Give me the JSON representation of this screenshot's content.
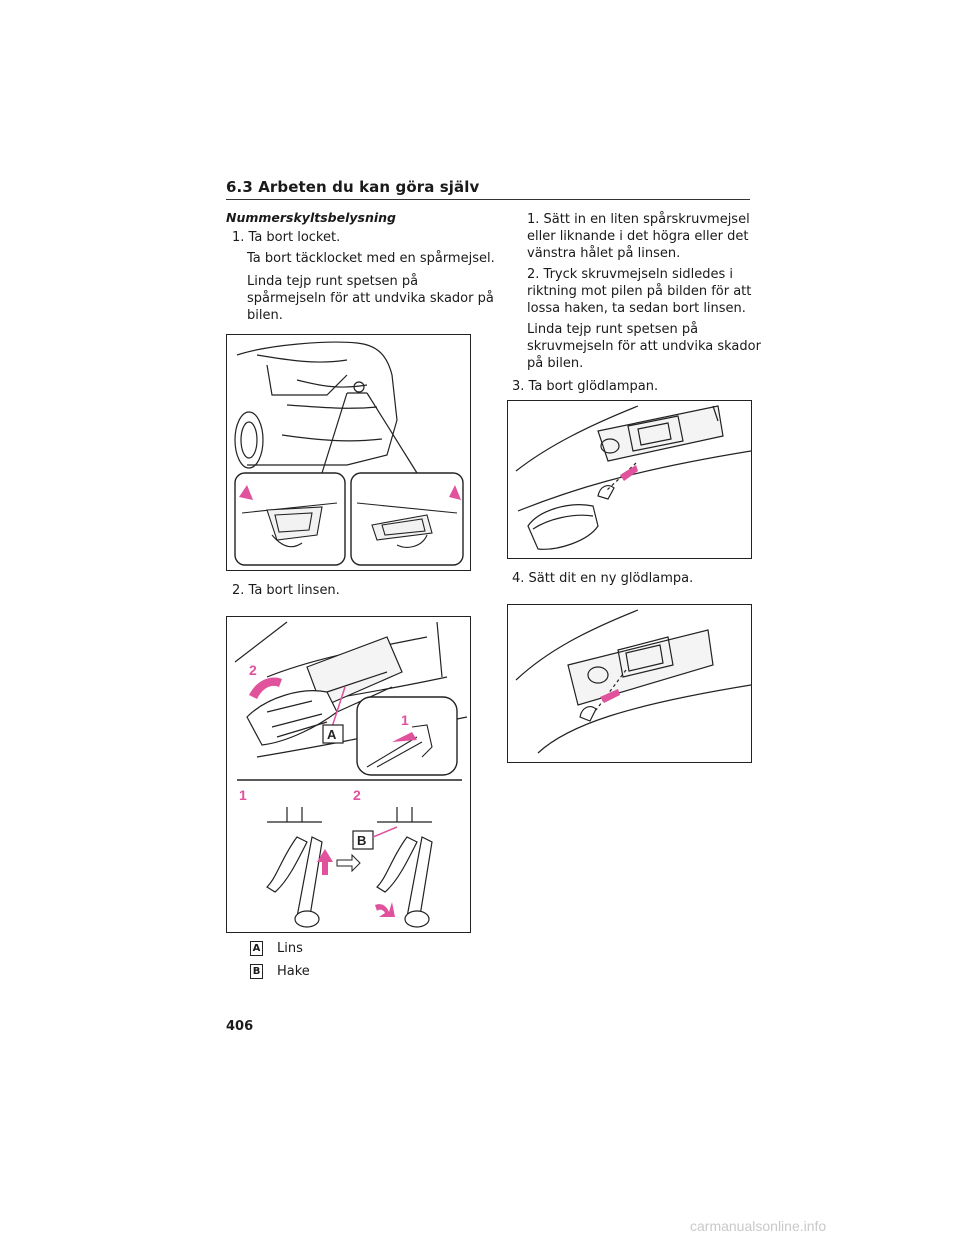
{
  "header": {
    "section_title": "6.3  Arbeten du kan göra själv"
  },
  "left_column": {
    "heading": "Nummerskyltsbelysning",
    "step1": {
      "title": "1. Ta bort locket.",
      "text_a": "Ta bort täcklocket med en spårmejsel.",
      "text_b_1": "Linda tejp runt spetsen på",
      "text_b_2": "spårmejseln för att undvika skador på",
      "text_b_3": "bilen."
    },
    "step2": {
      "title": "2. Ta bort linsen."
    },
    "figure2": {
      "label_a": "A",
      "label_b": "B",
      "num1": "1",
      "num2": "2"
    },
    "legend": [
      {
        "key": "A",
        "label": "Lins"
      },
      {
        "key": "B",
        "label": "Hake"
      }
    ]
  },
  "right_column": {
    "sub1_1": "1. Sätt in en liten spårskruvmejsel",
    "sub1_2": "eller liknande i det högra eller det",
    "sub1_3": "vänstra hålet på linsen.",
    "sub2_1": "2. Tryck skruvmejseln sidledes i",
    "sub2_2": "riktning mot pilen på bilden för att",
    "sub2_3": "lossa haken, ta sedan bort linsen.",
    "sub3_1": "Linda tejp runt spetsen på",
    "sub3_2": "skruvmejseln för att undvika skador",
    "sub3_3": "på bilen.",
    "step3": {
      "title": "3. Ta bort glödlampan."
    },
    "step4": {
      "title": "4. Sätt dit en ny glödlampa."
    }
  },
  "footer": {
    "page_number": "406",
    "watermark": "carmanualsonline.info"
  },
  "colors": {
    "accent": "#e0529c",
    "text": "#1a1a1a",
    "rule": "#333333"
  }
}
